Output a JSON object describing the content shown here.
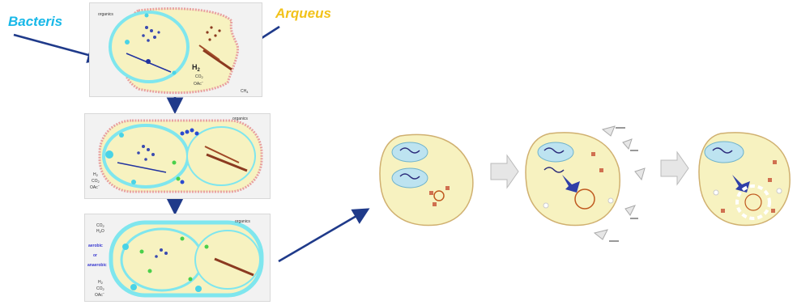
{
  "labels": {
    "bacteria": "Bacteris",
    "archaea": "Arqueus"
  },
  "colors": {
    "bacteria_label": "#18b8e8",
    "archaea_label": "#f2c21a",
    "arrow": "#1f3a8a",
    "cell_fill": "#f7f2c0",
    "membrane_cyan": "#7fe6ee",
    "membrane_pink": "#e8a0a0"
  },
  "panel1": {
    "organics": "organics",
    "h2": "H",
    "h2_sub": "2",
    "co2": "CO",
    "co2_sub": "2",
    "oac": "OAc",
    "oac_sup": "−",
    "ch4": "CH",
    "ch4_sub": "4"
  },
  "panel2": {
    "organics": "organics",
    "h2": "H",
    "h2_sub": "2",
    "co2": "CO",
    "co2_sub": "2",
    "oac": "OAc",
    "oac_sup": "−"
  },
  "panel3": {
    "organics": "organics",
    "co2": "CO",
    "co2_sub": "2",
    "h2o": "H",
    "h2o_sub": "2",
    "h2o_end": "O",
    "aerobic": "aerobic",
    "or": "or",
    "anaerobic": "anaerobic",
    "h2": "H",
    "h2_sub": "2",
    "co2b": "CO",
    "co2b_sub": "2",
    "oac": "OAc",
    "oac_sup": "−"
  }
}
